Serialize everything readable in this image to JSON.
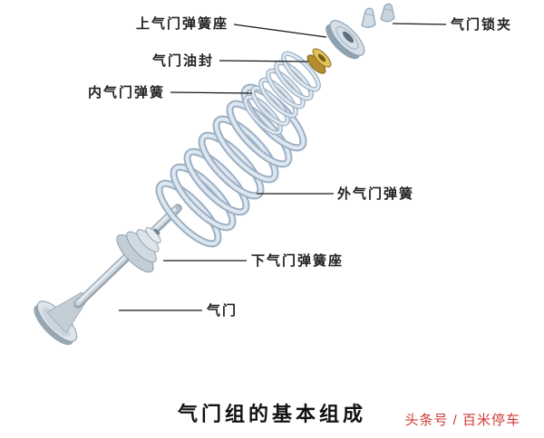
{
  "title": "气门组的基本组成",
  "watermark": "头条号 / 百米停车",
  "labels": [
    {
      "id": "upper-valve-spring-seat",
      "text": "上气门弹簧座"
    },
    {
      "id": "valve-lock-clip",
      "text": "气门锁夹"
    },
    {
      "id": "valve-oil-seal",
      "text": "气门油封"
    },
    {
      "id": "inner-valve-spring",
      "text": "内气门弹簧"
    },
    {
      "id": "outer-valve-spring",
      "text": "外气门弹簧"
    },
    {
      "id": "lower-valve-spring-seat",
      "text": "下气门弹簧座"
    },
    {
      "id": "valve",
      "text": "气门"
    }
  ],
  "colors": {
    "watermark_red": "#cf3a35",
    "leader_line": "#161616",
    "metal_light": "#dde4ea",
    "metal_mid": "#b9c7d3",
    "metal_dark": "#8d9dab",
    "seal_gold": "#e2c258"
  }
}
